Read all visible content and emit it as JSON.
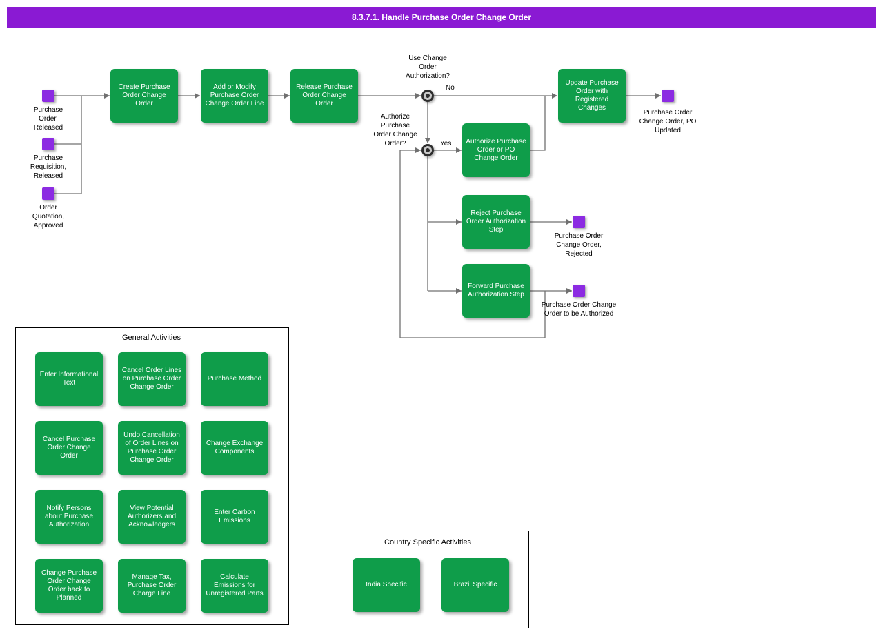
{
  "header": {
    "title": "8.3.7.1. Handle Purchase Order Change Order",
    "bg_color": "#8a1ad3"
  },
  "colors": {
    "activity_green": "#0f9d4a",
    "event_purple": "#8c2be2",
    "connector_gray": "#707070"
  },
  "flow": {
    "start_events": [
      {
        "label": "Purchase Order, Released"
      },
      {
        "label": "Purchase Requisition, Released"
      },
      {
        "label": "Order Quotation, Approved"
      }
    ],
    "activities": {
      "create": "Create Purchase Order Change Order",
      "add_modify": "Add or Modify Purchase Order Change Order Line",
      "release": "Release Purchase Order Change Order",
      "authorize": "Authorize Purchase Order or PO Change Order",
      "update": "Update Purchase Order with Registered Changes",
      "reject": "Reject Purchase Order Authorization Step",
      "forward": "Forward Purchase Authorization Step"
    },
    "decisions": {
      "use_change_order": "Use Change Order Authorization?",
      "authorize_po": "Authorize Purchase Order Change Order?"
    },
    "branches": {
      "no": "No",
      "yes": "Yes"
    },
    "end_events": {
      "po_updated": "Purchase Order Change Order, PO Updated",
      "rejected": "Purchase Order Change Order, Rejected",
      "to_be_authorized": "Purchase Order Change Order to be Authorized"
    }
  },
  "general_activities": {
    "title": "General Activities",
    "items": [
      "Enter Informational Text",
      "Cancel Order Lines on Purchase Order Change Order",
      "Purchase Method",
      "Cancel Purchase Order Change Order",
      "Undo Cancellation of Order Lines on Purchase Order Change Order",
      "Change Exchange Components",
      "Notify Persons about Purchase Authorization",
      "View Potential Authorizers and Acknowledgers",
      "Enter Carbon Emissions",
      "Change Purchase Order Change Order back to Planned",
      "Manage Tax, Purchase Order Charge Line",
      "Calculate Emissions for Unregistered Parts"
    ]
  },
  "country_specific": {
    "title": "Country Specific Activities",
    "items": [
      "India Specific",
      "Brazil Specific"
    ]
  }
}
